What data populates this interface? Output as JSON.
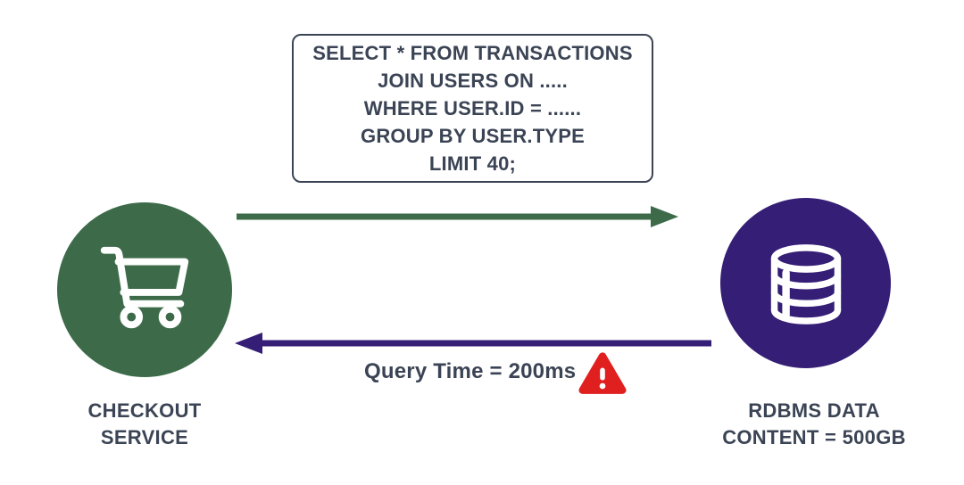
{
  "diagram": {
    "query_box": {
      "lines": [
        "SELECT * FROM TRANSACTIONS",
        "JOIN USERS ON .....",
        "WHERE USER.ID = ......",
        "GROUP BY USER.TYPE",
        "LIMIT 40;"
      ]
    },
    "nodes": {
      "checkout": {
        "icon": "shopping-cart-icon",
        "label_lines": [
          "CHECKOUT",
          "SERVICE"
        ],
        "color": "#3d6b4a"
      },
      "rdbms": {
        "icon": "database-icon",
        "label_lines": [
          "RDBMS DATA",
          "CONTENT = 500GB"
        ],
        "color": "#351e75"
      }
    },
    "arrows": {
      "request": {
        "from": "checkout-service",
        "to": "rdbms",
        "color": "#3d6b4a"
      },
      "response": {
        "from": "rdbms",
        "to": "checkout-service",
        "color": "#351e75",
        "label": "Query Time = 200ms",
        "warning_icon": "warning-triangle-icon",
        "warning_color": "#e01f1f"
      }
    },
    "colors": {
      "text": "#3b4455",
      "background": "#ffffff"
    }
  }
}
